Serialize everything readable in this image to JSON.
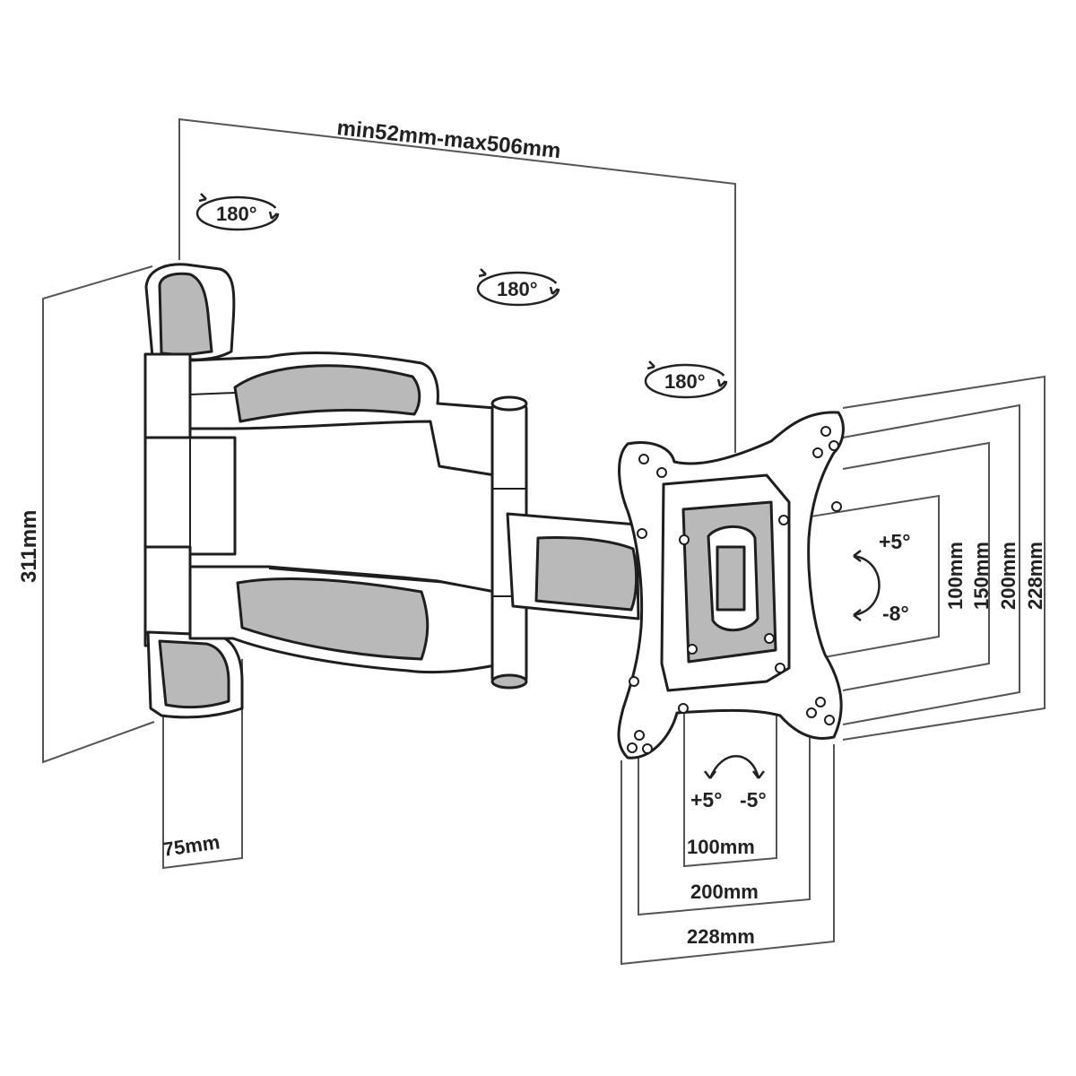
{
  "labels": {
    "arm_extension": "min52mm-max506mm",
    "wall_plate_height": "311mm",
    "wall_plate_width": "75mm",
    "swivel_wall": "180°",
    "swivel_middle": "180°",
    "swivel_head": "180°",
    "tilt_up": "+5°",
    "tilt_down": "-8°",
    "level_plus": "+5°",
    "level_minus": "-5°",
    "vesa_vertical": [
      "100mm",
      "150mm",
      "200mm",
      "228mm"
    ],
    "vesa_horizontal": [
      "100mm",
      "200mm",
      "228mm"
    ]
  },
  "colors": {
    "line": "#1e1e1e",
    "dimension": "#555555",
    "shade": "#b9b9b9"
  }
}
